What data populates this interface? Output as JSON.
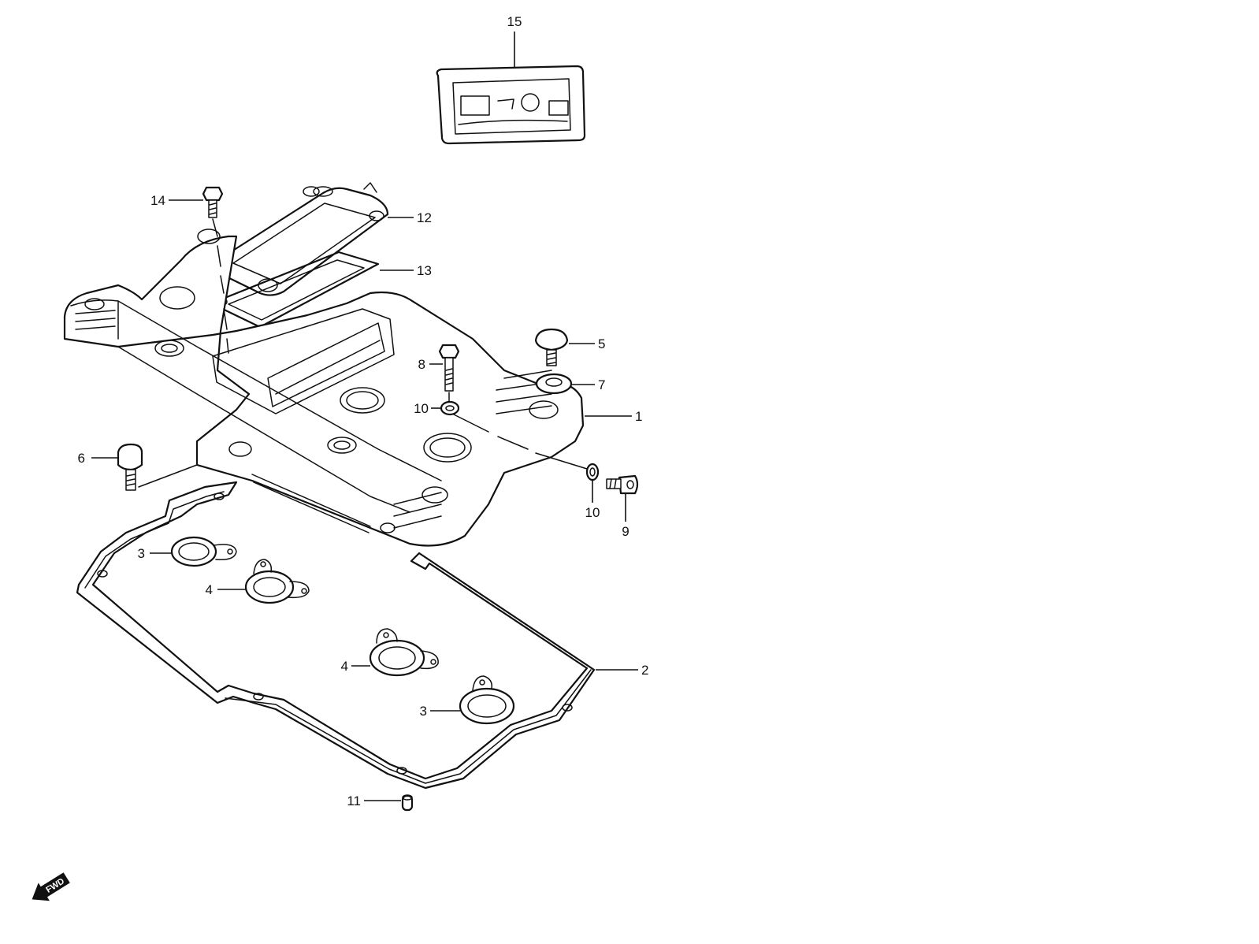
{
  "callouts": [
    {
      "id": "15",
      "text": "15"
    },
    {
      "id": "14",
      "text": "14"
    },
    {
      "id": "12",
      "text": "12"
    },
    {
      "id": "13",
      "text": "13"
    },
    {
      "id": "5",
      "text": "5"
    },
    {
      "id": "8",
      "text": "8"
    },
    {
      "id": "7",
      "text": "7"
    },
    {
      "id": "10a",
      "text": "10"
    },
    {
      "id": "1",
      "text": "1"
    },
    {
      "id": "6",
      "text": "6"
    },
    {
      "id": "10b",
      "text": "10"
    },
    {
      "id": "9",
      "text": "9"
    },
    {
      "id": "3a",
      "text": "3"
    },
    {
      "id": "4a",
      "text": "4"
    },
    {
      "id": "2",
      "text": "2"
    },
    {
      "id": "4b",
      "text": "4"
    },
    {
      "id": "3b",
      "text": "3"
    },
    {
      "id": "11",
      "text": "11"
    }
  ],
  "fwd_label": "FWD"
}
